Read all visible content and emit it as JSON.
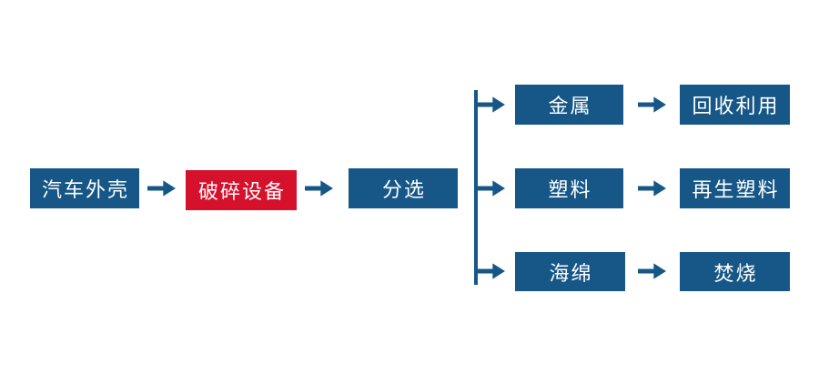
{
  "colors": {
    "box_blue": "#165787",
    "box_red": "#d5112c",
    "line_blue": "#165787",
    "text_white": "#ffffff",
    "background": "#ffffff"
  },
  "flow": {
    "main_nodes": [
      {
        "label": "汽车外壳",
        "style": "blue"
      },
      {
        "label": "破碎设备",
        "style": "red"
      },
      {
        "label": "分选",
        "style": "blue"
      }
    ],
    "branches": [
      {
        "material": "金属",
        "outcome": "回收利用"
      },
      {
        "material": "塑料",
        "outcome": "再生塑料"
      },
      {
        "material": "海绵",
        "outcome": "焚烧"
      }
    ]
  }
}
